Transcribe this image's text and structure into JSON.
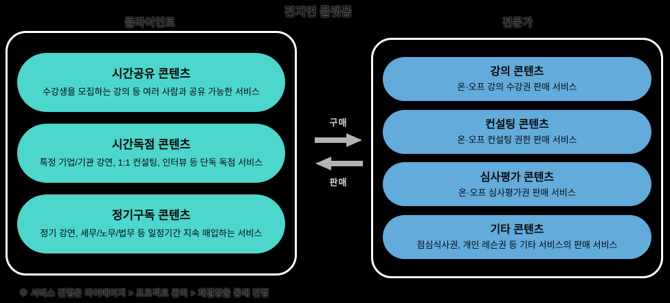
{
  "title": "전지연 플랫폼",
  "left": {
    "label": "클라이언트",
    "items": [
      {
        "title": "시간공유 콘텐츠",
        "desc": "수강생을 모집하는 강의 등 여러 사람과 공유 가능한 서비스"
      },
      {
        "title": "시간독점 콘텐츠",
        "desc": "특정 기업/기관 강연, 1:1 컨설팅, 인터뷰 등 단독 독점 서비스"
      },
      {
        "title": "정기구독 콘텐츠",
        "desc": "정기 강연, 세무/노무/법무 등 일정기간 지속 매입하는 서비스"
      }
    ]
  },
  "right": {
    "label": "전문가",
    "items": [
      {
        "title": "강의 콘텐츠",
        "desc": "온·오프 강의 수강권 판매 서비스"
      },
      {
        "title": "컨설팅 콘텐츠",
        "desc": "온·오프 컨설팅 권한 판매 서비스"
      },
      {
        "title": "심사평가 콘텐츠",
        "desc": "온·오프 심사평가권 판매 서비스"
      },
      {
        "title": "기타 콘텐츠",
        "desc": "점심식사권, 개인 레슨권 등 기타 서비스의 판매 서비스"
      }
    ]
  },
  "arrows": {
    "buy": "구매",
    "sell": "판매"
  },
  "footnote": "※ 서비스 진행은 마이페이지 > 프로젝트 관리 > 체결창을 통해 진행",
  "colors": {
    "background": "#000000",
    "panel_border": "#ffffff",
    "client_pill": "#4dd6cc",
    "expert_pill": "#62abdb",
    "arrow": "#b3b3b3",
    "pill_text": "#0a0a0a"
  }
}
